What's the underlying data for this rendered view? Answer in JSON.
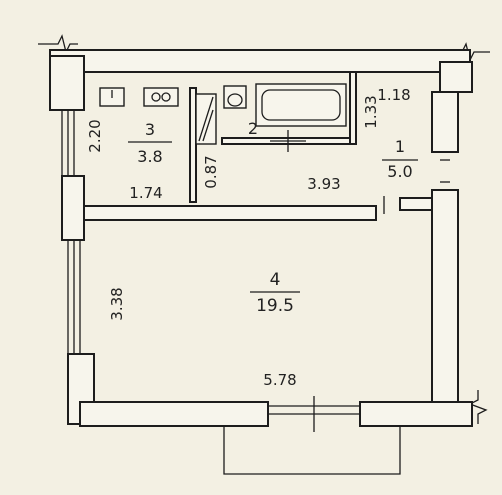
{
  "rooms": [
    {
      "number": "1",
      "area": "5.0"
    },
    {
      "number": "2",
      "area": ""
    },
    {
      "number": "3",
      "area": "3.8"
    },
    {
      "number": "4",
      "area": "19.5"
    }
  ],
  "dimensions": {
    "d_220": "2.20",
    "d_174": "1.74",
    "d_087": "0.87",
    "d_393": "3.93",
    "d_133": "1.33",
    "d_118": "1.18",
    "d_338": "3.38",
    "d_578": "5.78"
  }
}
